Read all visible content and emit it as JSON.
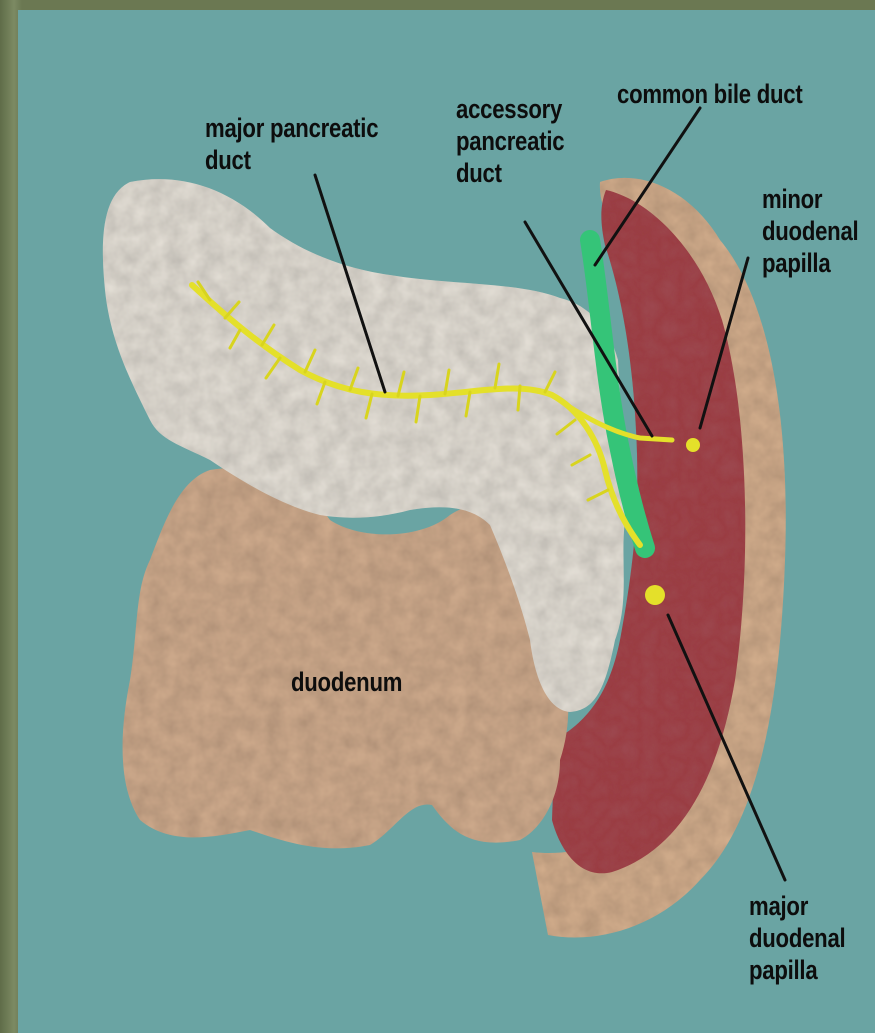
{
  "labels": {
    "major_pancreatic_duct": "major pancreatic\nduct",
    "accessory_pancreatic_duct": "accessory\npancreatic\nduct",
    "common_bile_duct": "common bile duct",
    "minor_duodenal_papilla": "minor\nduodenal\npapilla",
    "duodenum": "duodenum",
    "major_duodenal_papilla": "major\nduodenal\npapilla"
  },
  "colors": {
    "background": "#6aa4a3",
    "frame": "#6f7d58",
    "pancreas": "#e6e1d8",
    "duodenum": "#d2ad8f",
    "duodenal_mucosa": "#9a3c42",
    "bile_duct": "#35c478",
    "pancreatic_duct": "#e4e02a",
    "leader_line": "#111111"
  }
}
